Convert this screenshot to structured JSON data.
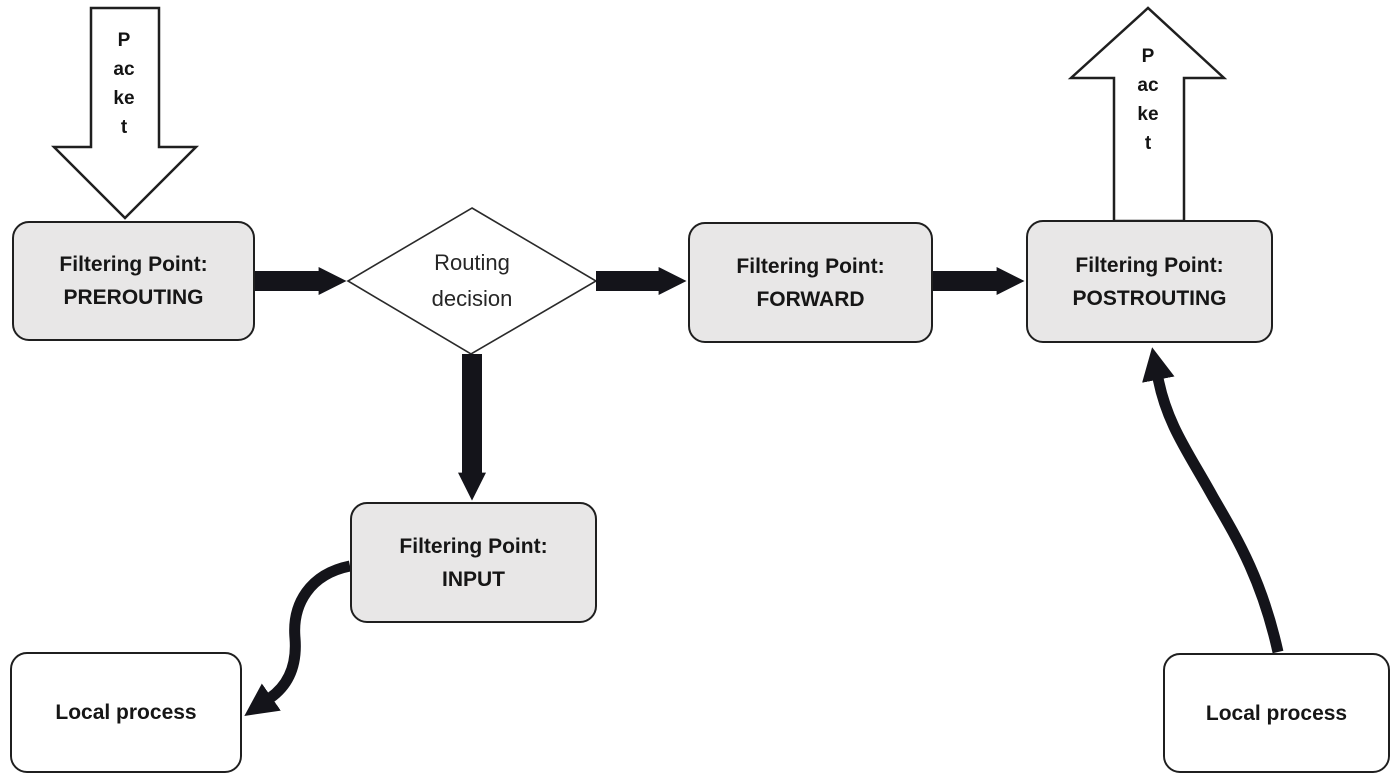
{
  "diagram": {
    "description": "Netfilter packet flow diagram",
    "packet_in_label": "Packet",
    "packet_out_label": "Packet",
    "nodes": {
      "prerouting": {
        "line1": "Filtering Point:",
        "line2": "PREROUTING"
      },
      "routing": {
        "line1": "Routing",
        "line2": "decision"
      },
      "forward": {
        "line1": "Filtering Point:",
        "line2": "FORWARD"
      },
      "postrouting": {
        "line1": "Filtering Point:",
        "line2": "POSTROUTING"
      },
      "input": {
        "line1": "Filtering Point:",
        "line2": "INPUT"
      },
      "local_process_left": {
        "label": "Local process"
      },
      "local_process_right": {
        "label": "Local process"
      }
    },
    "colors": {
      "filter_node_fill": "#e8e7e7",
      "plain_node_fill": "#ffffff",
      "arrow_ink": "#14141a",
      "border_ink": "#1f1f1f"
    }
  }
}
